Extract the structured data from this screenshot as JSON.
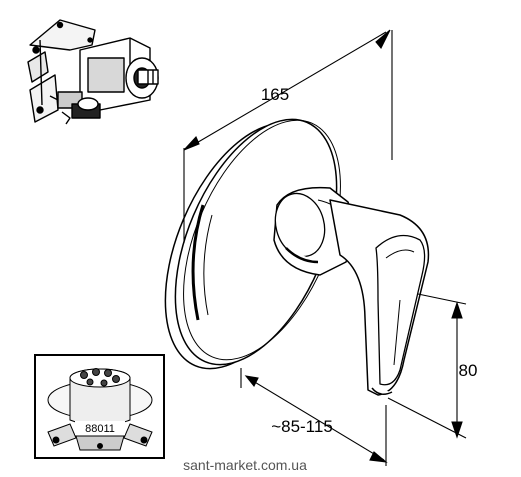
{
  "dimensions": {
    "width_label": "165",
    "height_label": "80",
    "depth_label": "~85-115"
  },
  "inset": {
    "part_number": "88011"
  },
  "watermark": "sant-market.com.ua"
}
